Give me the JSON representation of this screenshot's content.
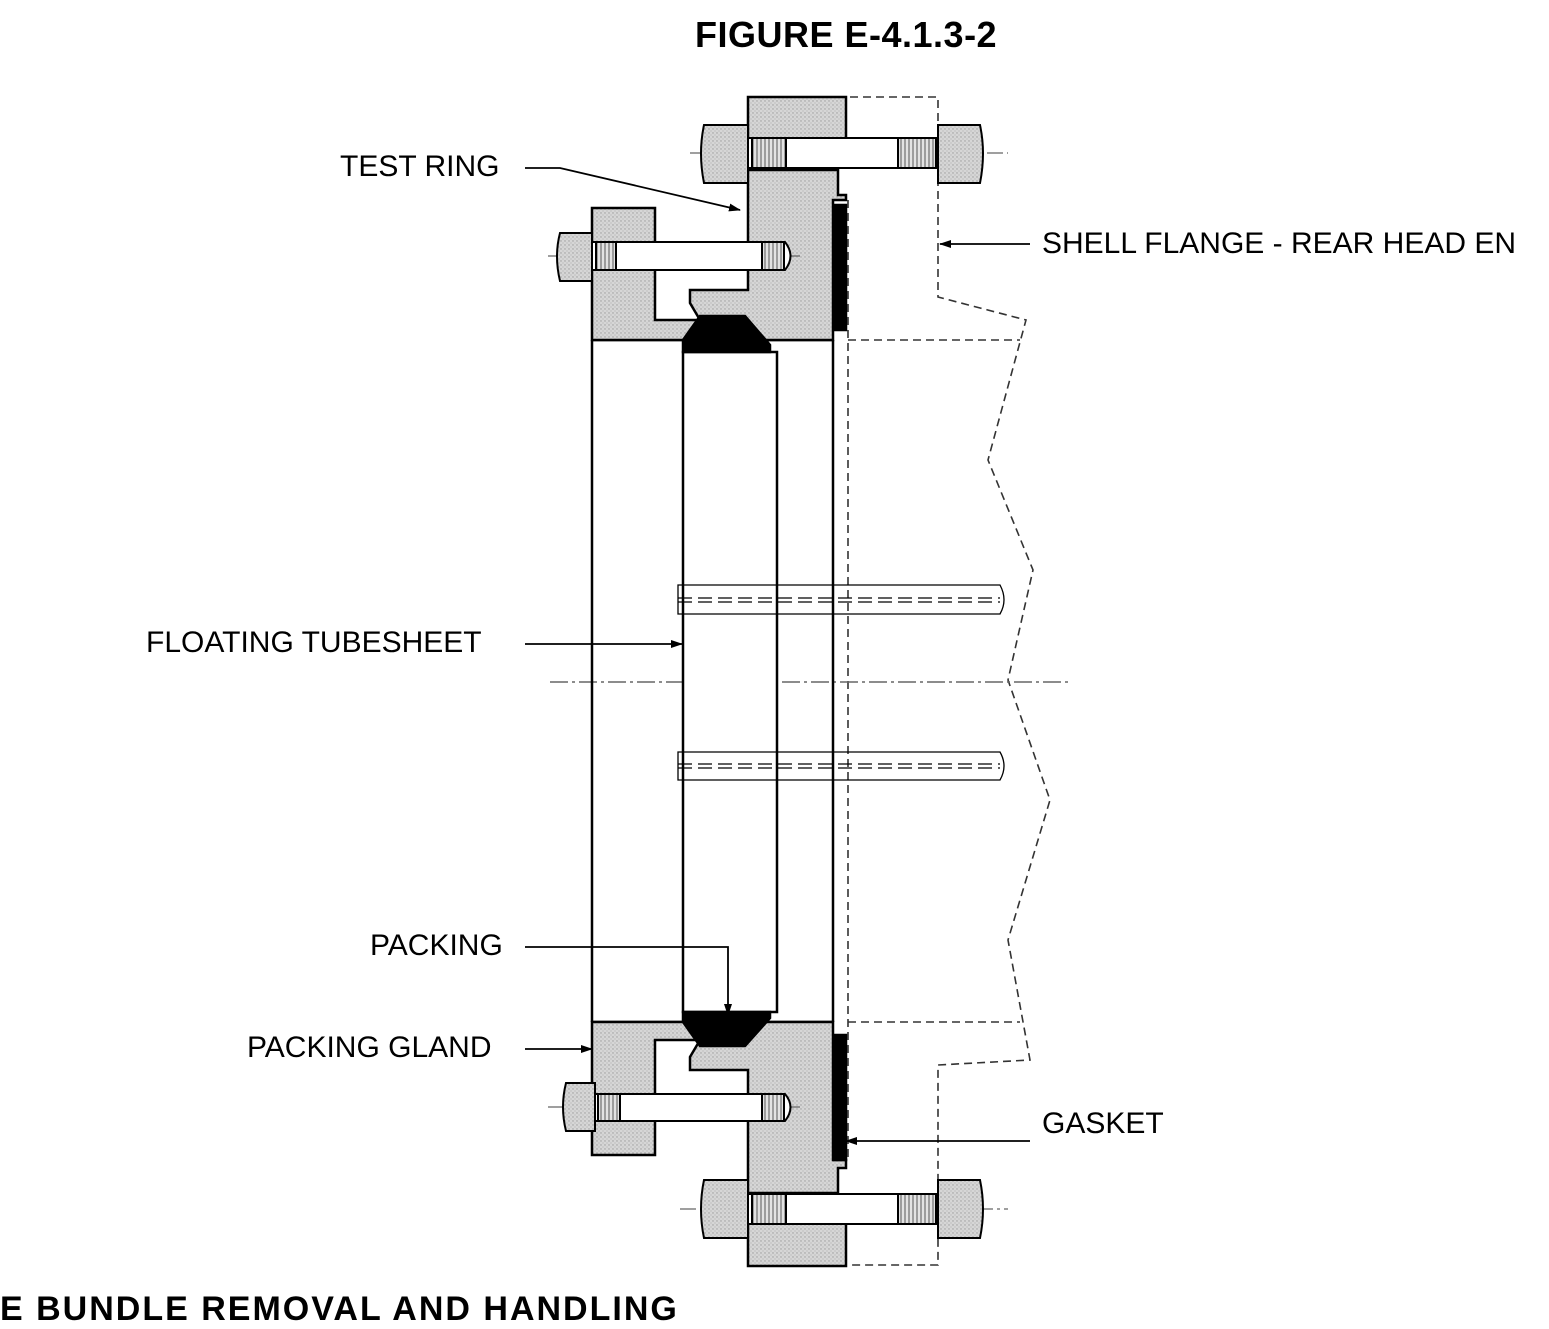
{
  "figure": {
    "title": "FIGURE E-4.1.3-2"
  },
  "labels": {
    "test_ring": "TEST RING",
    "shell_flange": "SHELL FLANGE - REAR HEAD EN",
    "floating_tubesheet": "FLOATING TUBESHEET",
    "packing": "PACKING",
    "packing_gland": "PACKING GLAND",
    "gasket": "GASKET"
  },
  "footer": {
    "text": "E BUNDLE REMOVAL AND HANDLING"
  },
  "colors": {
    "line": "#000000",
    "hatch_fill": "#d4d4d4",
    "seal_fill": "#000000",
    "dash": "#333333"
  }
}
